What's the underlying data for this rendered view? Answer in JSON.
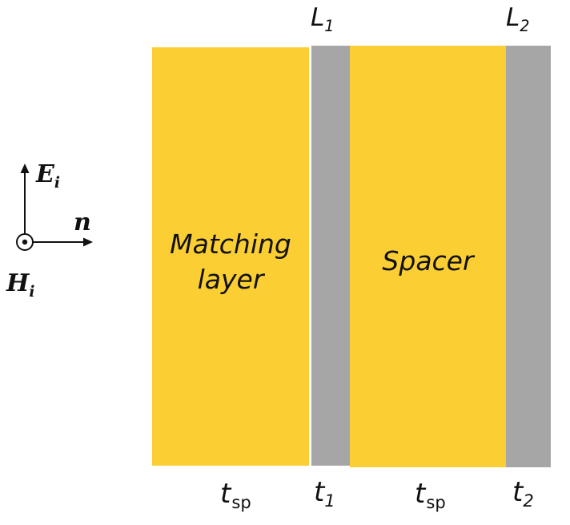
{
  "diagram": {
    "matching_layer": {
      "line1": "Matching",
      "line2": "layer"
    },
    "spacer_label": "Spacer",
    "top_labels": {
      "L1": {
        "base": "L",
        "sub": "1"
      },
      "L2": {
        "base": "L",
        "sub": "2"
      }
    },
    "bottom_labels": {
      "t_sp_left": {
        "base": "t",
        "sub": "sp"
      },
      "t1": {
        "base": "t",
        "sub": "1"
      },
      "t_sp_right": {
        "base": "t",
        "sub": "sp"
      },
      "t2": {
        "base": "t",
        "sub": "2"
      }
    },
    "field_labels": {
      "E": {
        "base": "E",
        "sub": "i"
      },
      "n": "n",
      "H": {
        "base": "H",
        "sub": "i"
      }
    },
    "colors": {
      "yellow_layer": "#FBCF33",
      "gray_layer": "#A6A6A6",
      "text": "#111111"
    }
  }
}
